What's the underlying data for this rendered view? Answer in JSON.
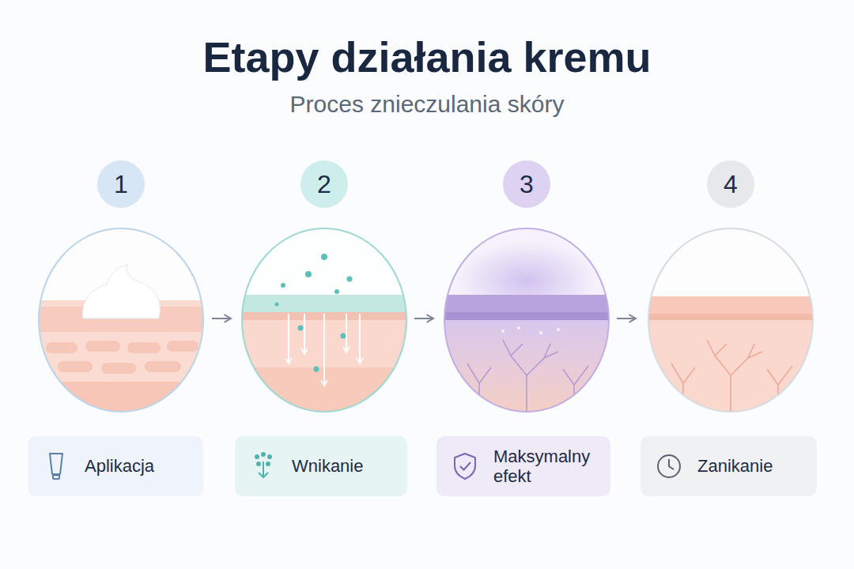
{
  "diagram": {
    "title": "Etapy działania kremu",
    "nodes": [
      {
        "text": [
          "1"
        ]
      },
      {
        "text": [
          "2"
        ]
      },
      {
        "text": [
          "3"
        ]
      },
      {
        "text": [
          "4"
        ]
      },
      {
        "text": [
          "Aplikacja"
        ]
      },
      {
        "text": [
          "Wnikanie"
        ]
      },
      {
        "text": [
          "Maksymalny efekt"
        ]
      },
      {
        "text": [
          "Zanikanie"
        ]
      }
    ],
    "labels": [
      "Proces znieczulania skóry"
    ]
  }
}
